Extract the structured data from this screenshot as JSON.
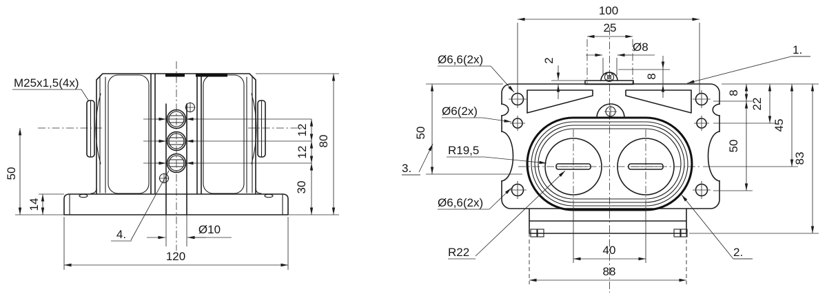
{
  "page": {
    "background": "#ffffff",
    "line_color": "#1c1c1c",
    "description": "Two-view dimensioned technical drawing"
  },
  "front_view": {
    "thread_callout": "M25x1,5(4x)",
    "note_4": "4.",
    "dim_height_50": "50",
    "dim_base_14": "14",
    "dim_slot_dia10": "Ø10",
    "dim_width_120": "120",
    "dim_pitch_12_upper": "12",
    "dim_pitch_12_lower": "12",
    "dim_offset_30": "30",
    "dim_height_80": "80"
  },
  "top_view": {
    "dim_hole_spacing_100": "100",
    "dim_lug_width_25": "25",
    "dim_lug_dia8": "Ø8",
    "dim_plate_thickness_2": "2",
    "dim_lug_height_8": "8",
    "callout_dia66_top": "Ø6,6(2x)",
    "callout_dia6_mid": "Ø6(2x)",
    "callout_radius_r195": "R19,5",
    "note_3": "3.",
    "note_1": "1.",
    "note_2": "2.",
    "dim_edge_8": "8",
    "dim_edge_22": "22",
    "dim_edge_45": "45",
    "dim_hole_pitch_50": "50",
    "dim_left_50": "50",
    "callout_dia66_bottom": "Ø6,6(2x)",
    "callout_radius_r22": "R22",
    "dim_center_40": "40",
    "dim_body_88": "88",
    "dim_overall_83": "83"
  }
}
